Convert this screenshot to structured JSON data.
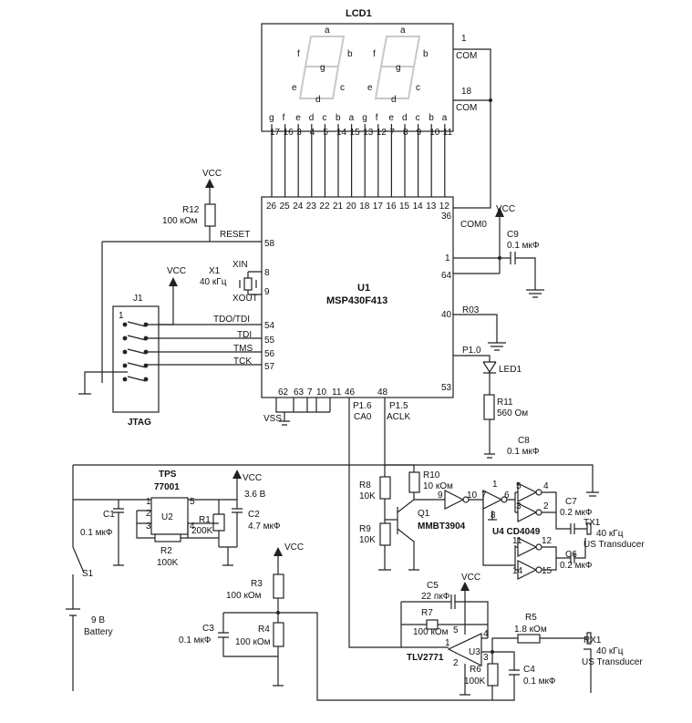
{
  "lcd": {
    "title": "LCD1",
    "com1": "1",
    "com1_label": "COM",
    "com2": "18",
    "com2_label": "COM",
    "seg_letters": [
      "a",
      "b",
      "c",
      "d",
      "e",
      "f",
      "g"
    ],
    "bottom_letters": [
      "g",
      "f",
      "e",
      "d",
      "c",
      "b",
      "a",
      "g",
      "f",
      "e",
      "d",
      "c",
      "b",
      "a"
    ],
    "bottom_pins": [
      "17",
      "16",
      "3",
      "4",
      "5",
      "14",
      "15",
      "13",
      "12",
      "7",
      "8",
      "9",
      "10",
      "11"
    ]
  },
  "u1": {
    "ref": "U1",
    "part": "MSP430F413",
    "top_pins": [
      "26",
      "25",
      "24",
      "23",
      "22",
      "21",
      "20",
      "18",
      "17",
      "16",
      "15",
      "14",
      "13",
      "12"
    ],
    "pin36": "36",
    "com0": "COM0",
    "pin1": "1",
    "pin64": "64",
    "pin40": "40",
    "r03": "R03",
    "pin53": "53",
    "p10": "P1.0",
    "pin58": "58",
    "reset": "RESET",
    "pin8": "8",
    "pin9": "9",
    "xin": "XIN",
    "xout": "XOUT",
    "pin54": "54",
    "pin55": "55",
    "pin56": "56",
    "pin57": "57",
    "tdo": "TDO/TDI",
    "tdi": "TDI",
    "tms": "TMS",
    "tck": "TCK",
    "bottom_pins": [
      "62",
      "63",
      "7",
      "10",
      "11",
      "46",
      "48"
    ],
    "p16": "P1.6",
    "ca0": "CA0",
    "p15": "P1.5",
    "aclk": "ACLK"
  },
  "parts": {
    "vcc": "VCC",
    "vss": "VSS",
    "r12": "R12",
    "r12v": "100 кОм",
    "x1": "X1",
    "x1v": "40 кГц",
    "j1": "J1",
    "j1pin": "1",
    "jtag": "JTAG",
    "c9": "C9",
    "c9v": "0.1 мкФ",
    "led1": "LED1",
    "r11": "R11",
    "r11v": "560 Ом",
    "c8": "C8",
    "c8v": "0.1 мкФ",
    "tps1": "TPS",
    "tps2": "77001",
    "u2": "U2",
    "vcc36": "3.6 В",
    "c1": "C1",
    "c1v": "0.1 мкФ",
    "r1": "R1",
    "r1v": "200K",
    "c2": "C2",
    "c2v": "4.7 мкФ",
    "r2": "R2",
    "r2v": "100K",
    "s1": "S1",
    "bat1": "9 В",
    "bat2": "Battery",
    "r3": "R3",
    "r3v": "100 кОм",
    "c3": "C3",
    "c3v": "0.1 мкФ",
    "r4": "R4",
    "r4v": "100 кОм",
    "r8": "R8",
    "r8v": "10K",
    "r9": "R9",
    "r9v": "10K",
    "r10": "R10",
    "r10v": "10 кОм",
    "q1": "Q1",
    "q1v": "MMBT3904",
    "u4": "U4 CD4049",
    "c7": "C7",
    "c7v": "0.2 мкФ",
    "tx1": "TX1",
    "c6": "C6",
    "c6v": "0.2 мкФ",
    "freq": "40 кГц",
    "transducer": "US Transducer",
    "c5": "C5",
    "c5v": "22 пкФ",
    "r7": "R7",
    "r7v": "100 кОм",
    "u3": "U3",
    "u3v": "TLV2771",
    "r5": "R5",
    "r5v": "1.8 кОм",
    "rx1": "RX1",
    "r6": "R6",
    "r6v": "100K",
    "c4": "C4",
    "c4v": "0.1 мкФ"
  },
  "pin_numbers": {
    "u2": [
      "1",
      "2",
      "3",
      "4",
      "5"
    ],
    "inv": [
      "9",
      "10",
      "7",
      "6",
      "5",
      "4",
      "3",
      "2",
      "11",
      "12",
      "14",
      "15",
      "1",
      "8"
    ],
    "u3": [
      "1",
      "2",
      "3",
      "4",
      "5"
    ]
  }
}
